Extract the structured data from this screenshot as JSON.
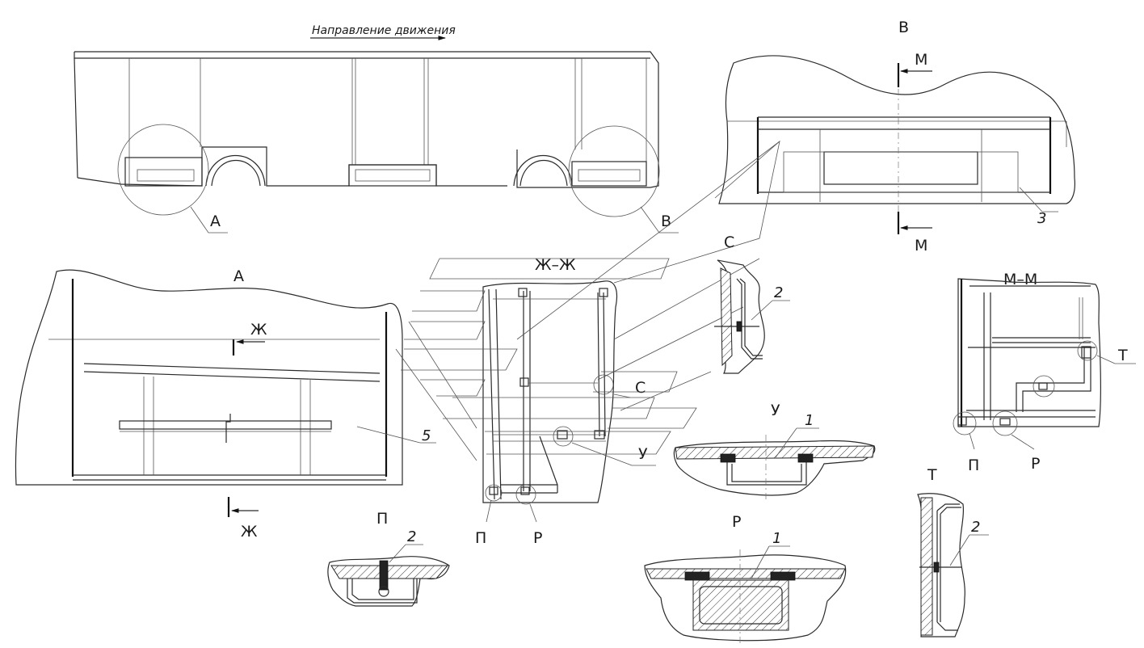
{
  "title": "Направление движения",
  "views": {
    "overview": {
      "callout_a": "А",
      "callout_b": "В"
    },
    "view_a": {
      "title": "А",
      "section_top": "Ж",
      "section_bottom": "Ж",
      "part": "5"
    },
    "view_b": {
      "title": "В",
      "section_top": "М",
      "section_bottom": "М",
      "part": "3"
    },
    "section_zh": {
      "title": "Ж–Ж",
      "callout_s": "С",
      "callout_u": "У",
      "callout_p": "П",
      "callout_r": "Р"
    },
    "section_mm": {
      "title": "М–М",
      "callout_t": "Т",
      "callout_p": "П",
      "callout_r": "Р"
    },
    "detail_s": {
      "title": "С",
      "part": "2"
    },
    "detail_u": {
      "title": "У",
      "part": "1"
    },
    "detail_p": {
      "title": "П",
      "part": "2"
    },
    "detail_r": {
      "title": "Р",
      "part": "1"
    },
    "detail_t": {
      "title": "Т",
      "part": "2"
    }
  }
}
